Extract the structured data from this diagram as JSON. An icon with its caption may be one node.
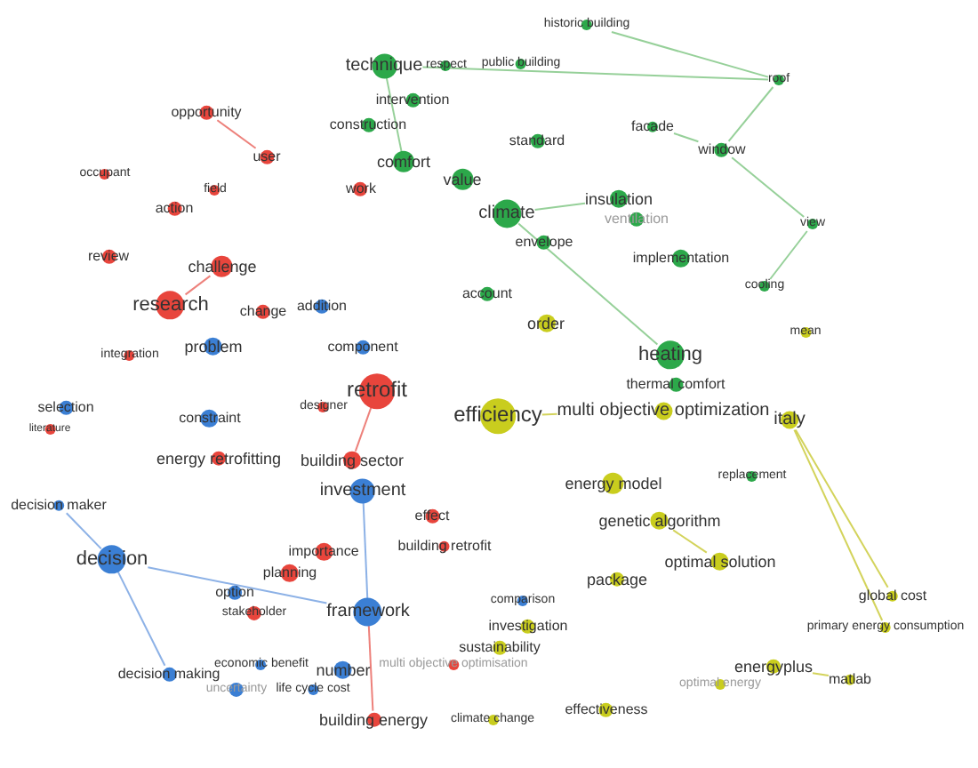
{
  "diagram": {
    "nodes": [
      {
        "text": [
          "historic building"
        ]
      },
      {
        "text": [
          "public building"
        ]
      },
      {
        "text": [
          "technique"
        ]
      },
      {
        "text": [
          "respect"
        ]
      },
      {
        "text": [
          "roof"
        ]
      },
      {
        "text": [
          "intervention"
        ]
      },
      {
        "text": [
          "opportunity"
        ]
      },
      {
        "text": [
          "construction"
        ]
      },
      {
        "text": [
          "facade"
        ]
      },
      {
        "text": [
          "standard"
        ]
      },
      {
        "text": [
          "window"
        ]
      },
      {
        "text": [
          "user"
        ]
      },
      {
        "text": [
          "comfort"
        ]
      },
      {
        "text": [
          "occupant"
        ]
      },
      {
        "text": [
          "value"
        ]
      },
      {
        "text": [
          "work"
        ]
      },
      {
        "text": [
          "field"
        ]
      },
      {
        "text": [
          "insulation"
        ]
      },
      {
        "text": [
          "action"
        ]
      },
      {
        "text": [
          "climate"
        ]
      },
      {
        "text": [
          "ventilation"
        ]
      },
      {
        "text": [
          "view"
        ]
      },
      {
        "text": [
          "envelope"
        ]
      },
      {
        "text": [
          "review"
        ]
      },
      {
        "text": [
          "implementation"
        ]
      },
      {
        "text": [
          "challenge"
        ]
      },
      {
        "text": [
          "cooling"
        ]
      },
      {
        "text": [
          "account"
        ]
      },
      {
        "text": [
          "research"
        ]
      },
      {
        "text": [
          "addition"
        ]
      },
      {
        "text": [
          "change"
        ]
      },
      {
        "text": [
          "order"
        ]
      },
      {
        "text": [
          "mean"
        ]
      },
      {
        "text": [
          "problem"
        ]
      },
      {
        "text": [
          "component"
        ]
      },
      {
        "text": [
          "heating"
        ]
      },
      {
        "text": [
          "integration"
        ]
      },
      {
        "text": [
          "thermal comfort"
        ]
      },
      {
        "text": [
          "retrofit"
        ]
      },
      {
        "text": [
          "designer"
        ]
      },
      {
        "text": [
          "selection"
        ]
      },
      {
        "text": [
          "multi objective optimization"
        ]
      },
      {
        "text": [
          "efficiency"
        ]
      },
      {
        "text": [
          "constraint"
        ]
      },
      {
        "text": [
          "italy"
        ]
      },
      {
        "text": [
          "literature"
        ]
      },
      {
        "text": [
          "energy retrofitting"
        ]
      },
      {
        "text": [
          "building sector"
        ]
      },
      {
        "text": [
          "replacement"
        ]
      },
      {
        "text": [
          "energy model"
        ]
      },
      {
        "text": [
          "investment"
        ]
      },
      {
        "text": [
          "decision maker"
        ]
      },
      {
        "text": [
          "effect"
        ]
      },
      {
        "text": [
          "genetic algorithm"
        ]
      },
      {
        "text": [
          "building retrofit"
        ]
      },
      {
        "text": [
          "importance"
        ]
      },
      {
        "text": [
          "decision"
        ]
      },
      {
        "text": [
          "optimal solution"
        ]
      },
      {
        "text": [
          "planning"
        ]
      },
      {
        "text": [
          "package"
        ]
      },
      {
        "text": [
          "option"
        ]
      },
      {
        "text": [
          "global cost"
        ]
      },
      {
        "text": [
          "comparison"
        ]
      },
      {
        "text": [
          "framework"
        ]
      },
      {
        "text": [
          "stakeholder"
        ]
      },
      {
        "text": [
          "investigation"
        ]
      },
      {
        "text": [
          "primary energy consumption"
        ]
      },
      {
        "text": [
          "sustainability"
        ]
      },
      {
        "text": [
          "economic benefit"
        ]
      },
      {
        "text": [
          "multi objective optimisation"
        ]
      },
      {
        "text": [
          "number"
        ]
      },
      {
        "text": [
          "decision making"
        ]
      },
      {
        "text": [
          "energyplus"
        ]
      },
      {
        "text": [
          "matlab"
        ]
      },
      {
        "text": [
          "optimal energy"
        ]
      },
      {
        "text": [
          "uncertainty"
        ]
      },
      {
        "text": [
          "life cycle cost"
        ]
      },
      {
        "text": [
          "effectiveness"
        ]
      },
      {
        "text": [
          "climate change"
        ]
      },
      {
        "text": [
          "building energy"
        ]
      }
    ],
    "edges": [
      {
        "from": 2,
        "to": 4,
        "arrow": "none"
      },
      {
        "from": 4,
        "to": 10,
        "arrow": "none"
      },
      {
        "from": 0,
        "to": 4,
        "arrow": "none"
      },
      {
        "from": 10,
        "to": 21,
        "arrow": "none"
      },
      {
        "from": 21,
        "to": 26,
        "arrow": "none"
      },
      {
        "from": 8,
        "to": 10,
        "arrow": "none"
      },
      {
        "from": 2,
        "to": 12,
        "arrow": "none"
      },
      {
        "from": 19,
        "to": 35,
        "arrow": "none"
      },
      {
        "from": 17,
        "to": 19,
        "arrow": "none"
      },
      {
        "from": 44,
        "to": 61,
        "arrow": "none",
        "color": "#c8c832"
      },
      {
        "from": 44,
        "to": 66,
        "arrow": "none",
        "color": "#c8c832"
      },
      {
        "from": 72,
        "to": 73,
        "arrow": "none",
        "color": "#c8c832"
      },
      {
        "from": 42,
        "to": 41,
        "arrow": "none",
        "color": "#c8c832"
      },
      {
        "from": 53,
        "to": 57,
        "arrow": "none",
        "color": "#c8c832"
      },
      {
        "from": 6,
        "to": 11,
        "arrow": "none",
        "color": "#e8625a"
      },
      {
        "from": 25,
        "to": 28,
        "arrow": "none",
        "color": "#e8625a"
      },
      {
        "from": 38,
        "to": 47,
        "arrow": "none",
        "color": "#e8625a"
      },
      {
        "from": 63,
        "to": 79,
        "arrow": "none",
        "color": "#e8625a"
      },
      {
        "from": 51,
        "to": 56,
        "arrow": "none",
        "color": "#6f9ee0"
      },
      {
        "from": 56,
        "to": 71,
        "arrow": "none",
        "color": "#6f9ee0"
      },
      {
        "from": 56,
        "to": 63,
        "arrow": "none",
        "color": "#6f9ee0"
      },
      {
        "from": 50,
        "to": 63,
        "arrow": "none",
        "color": "#6f9ee0"
      }
    ]
  }
}
